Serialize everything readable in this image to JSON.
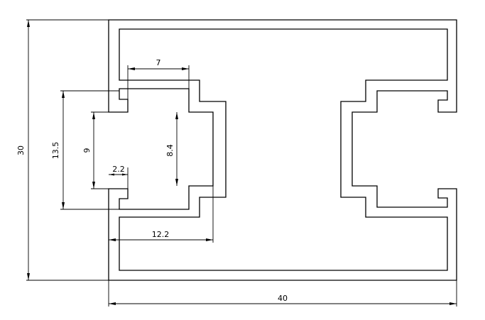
{
  "dimensions": {
    "overall_height": "30",
    "overall_width": "40",
    "slot_outer_height": "13.5",
    "slot_inner_height": "9",
    "slot_neck_width": "7",
    "lip_width": "2.2",
    "channel_height": "8.4",
    "slot_depth": "12.2"
  }
}
